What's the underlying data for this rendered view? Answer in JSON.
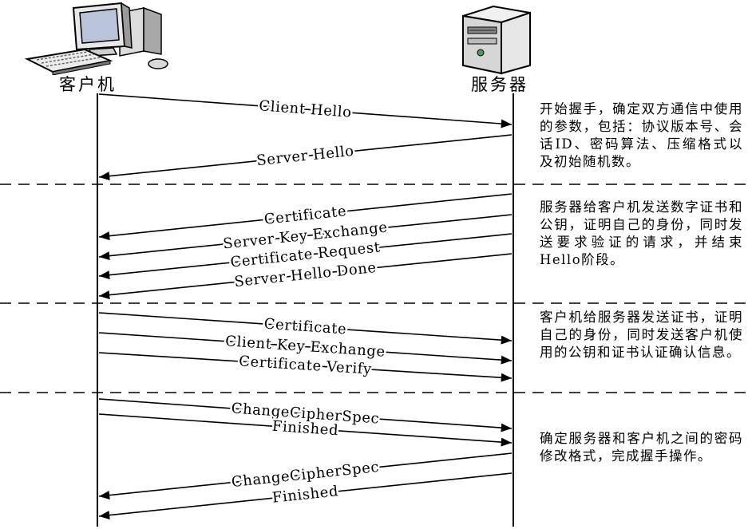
{
  "entities": {
    "client": {
      "label": "客户机",
      "icon": "desktop-computer-icon"
    },
    "server": {
      "label": "服务器",
      "icon": "server-tower-icon"
    }
  },
  "phases": [
    {
      "note": "开始握手，确定双方通信中使用的参数，包括：协议版本号、会话ID、密码算法、压缩格式以及初始随机数。",
      "messages": [
        {
          "label": "Client Hello",
          "direction": "client-to-server"
        },
        {
          "label": "Server Hello",
          "direction": "server-to-client"
        }
      ]
    },
    {
      "note": "服务器给客户机发送数字证书和公钥，证明自己的身份，同时发送要求验证的请求，并结束Hello阶段。",
      "messages": [
        {
          "label": "Certificate",
          "direction": "server-to-client"
        },
        {
          "label": "Server Key Exchange",
          "direction": "server-to-client"
        },
        {
          "label": "Certificate Request",
          "direction": "server-to-client"
        },
        {
          "label": "Server Hello Done",
          "direction": "server-to-client"
        }
      ]
    },
    {
      "note": "客户机给服务器发送证书，证明自己的身份，同时发送客户机使用的公钥和证书认证确认信息。",
      "messages": [
        {
          "label": "Certificate",
          "direction": "client-to-server"
        },
        {
          "label": "Client Key Exchange",
          "direction": "client-to-server"
        },
        {
          "label": "Certificate Verify",
          "direction": "client-to-server"
        }
      ]
    },
    {
      "note": "确定服务器和客户机之间的密码修改格式，完成握手操作。",
      "messages": [
        {
          "label": "ChangeCipherSpec",
          "direction": "client-to-server"
        },
        {
          "label": "Finished",
          "direction": "client-to-server"
        },
        {
          "label": "ChangeCipherSpec",
          "direction": "server-to-client"
        },
        {
          "label": "Finished",
          "direction": "server-to-client"
        }
      ]
    }
  ]
}
